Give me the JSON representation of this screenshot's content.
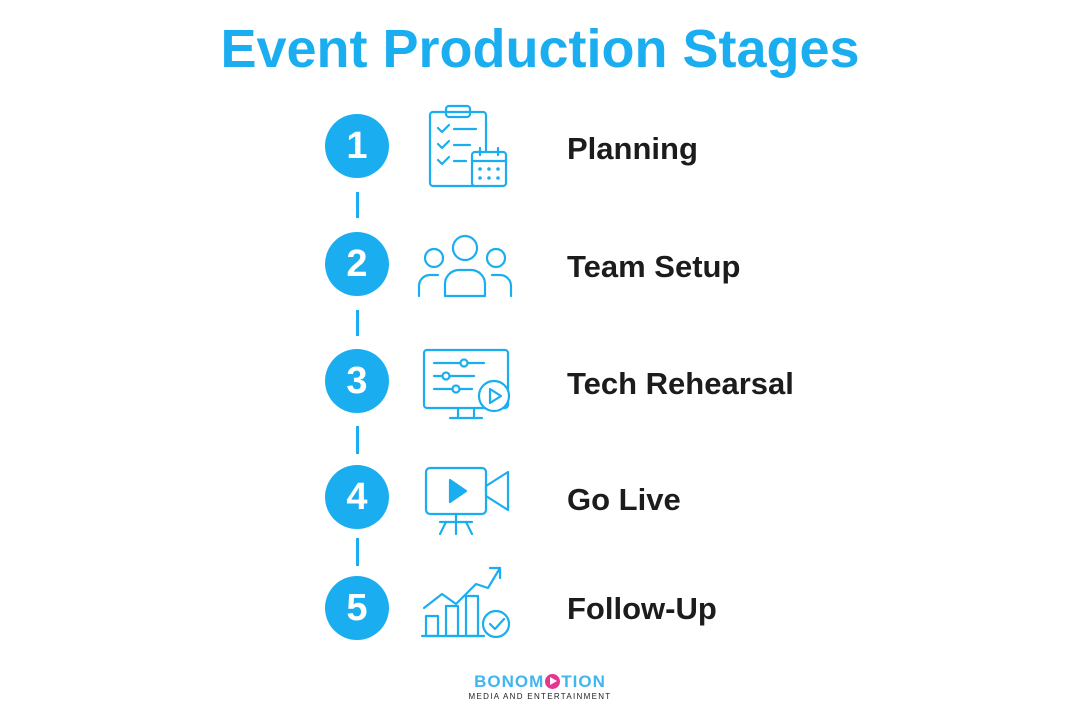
{
  "title": "Event Production Stages",
  "accent_color": "#1aaef0",
  "steps": [
    {
      "number": "1",
      "label": "Planning",
      "icon": "clipboard-calendar-icon"
    },
    {
      "number": "2",
      "label": "Team Setup",
      "icon": "team-icon"
    },
    {
      "number": "3",
      "label": "Tech Rehearsal",
      "icon": "monitor-controls-icon"
    },
    {
      "number": "4",
      "label": "Go Live",
      "icon": "video-camera-icon"
    },
    {
      "number": "5",
      "label": "Follow-Up",
      "icon": "growth-chart-icon"
    }
  ],
  "logo": {
    "word_start": "BONOM",
    "word_end": "TION",
    "subtitle": "MEDIA AND ENTERTAINMENT"
  }
}
